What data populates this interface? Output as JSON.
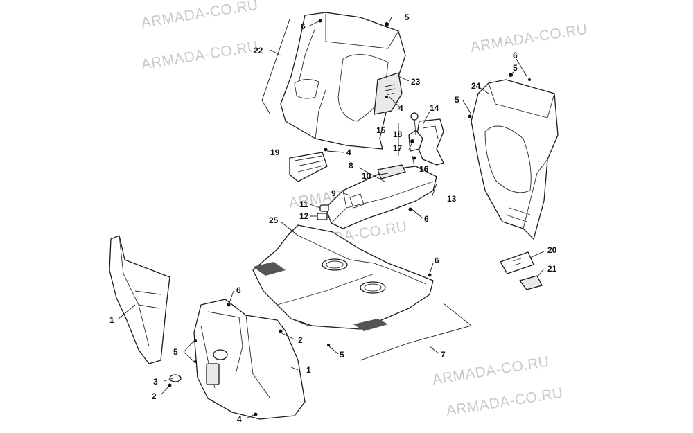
{
  "watermark": "ARMADA-CO.RU",
  "callouts": {
    "c1a": "1",
    "c1b": "1",
    "c2a": "2",
    "c2b": "2",
    "c3": "3",
    "c4a": "4",
    "c4b": "4",
    "c4c": "4",
    "c5a": "5",
    "c5b": "5",
    "c5c": "5",
    "c5d": "5",
    "c5e": "5",
    "c6a": "6",
    "c6b": "6",
    "c6c": "6",
    "c6d": "6",
    "c6e": "6",
    "c7": "7",
    "c8": "8",
    "c9": "9",
    "c10": "10",
    "c11": "11",
    "c12": "12",
    "c13": "13",
    "c14": "14",
    "c15": "15",
    "c16": "16",
    "c17": "17",
    "c18": "18",
    "c19": "19",
    "c20": "20",
    "c21": "21",
    "c22": "22",
    "c23": "23",
    "c24": "24",
    "c25": "25"
  }
}
